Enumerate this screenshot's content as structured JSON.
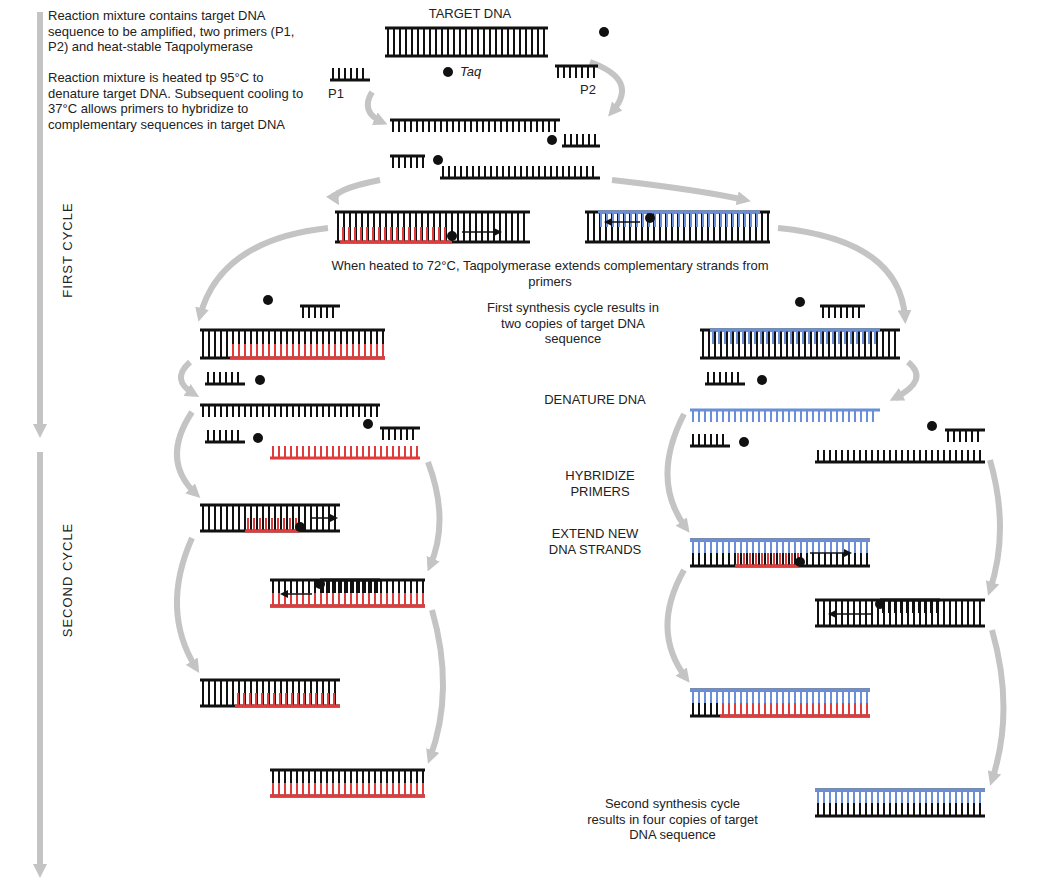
{
  "diagram": {
    "labels": [
      "Reaction mixture contains target DNA sequence to be amplified, two primers (P1, P2) and heat-stable Taqpolymerase",
      "TARGET DNA",
      "P1",
      "Taq",
      "P2",
      "Reaction mixture is heated tp 95°C to denature target DNA. Subsequent cooling to 37°C allows primers to hybridize to complementary sequences in target DNA",
      "FIRST CYCLE",
      "When heated to 72°C, Taqpolymerase extends complementary strands from primers",
      "First synthesis cycle results in two copies of target DNA sequence",
      "DENATURE DNA",
      "HYBRIDIZE PRIMERS",
      "EXTEND NEW DNA STRANDS",
      "SECOND CYCLE",
      "Second synthesis cycle results in four copies of target DNA sequence"
    ]
  }
}
